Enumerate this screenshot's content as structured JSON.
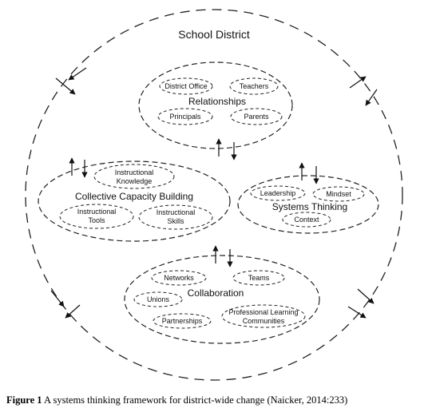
{
  "diagram": {
    "outer_label": "School District",
    "groups": {
      "relationships": {
        "label": "Relationships",
        "items": [
          "District Office",
          "Teachers",
          "Principals",
          "Parents"
        ]
      },
      "capacity": {
        "label": "Collective Capacity Building",
        "items": [
          [
            "Instructional",
            "Knowledge"
          ],
          [
            "Instructional",
            "Tools"
          ],
          [
            "Instructional",
            "Skills"
          ]
        ]
      },
      "systems": {
        "label": "Systems Thinking",
        "items": [
          "Leadership",
          "Mindset",
          "Context"
        ]
      },
      "collaboration": {
        "label": "Collaboration",
        "items": [
          "Networks",
          "Teams",
          "Unions",
          "Partnerships",
          [
            "Professional Learning",
            "Communities"
          ]
        ]
      }
    }
  },
  "caption": {
    "figure_label": "Figure 1",
    "text": " A systems thinking framework for district-wide change (Naicker, 2014:233)"
  }
}
